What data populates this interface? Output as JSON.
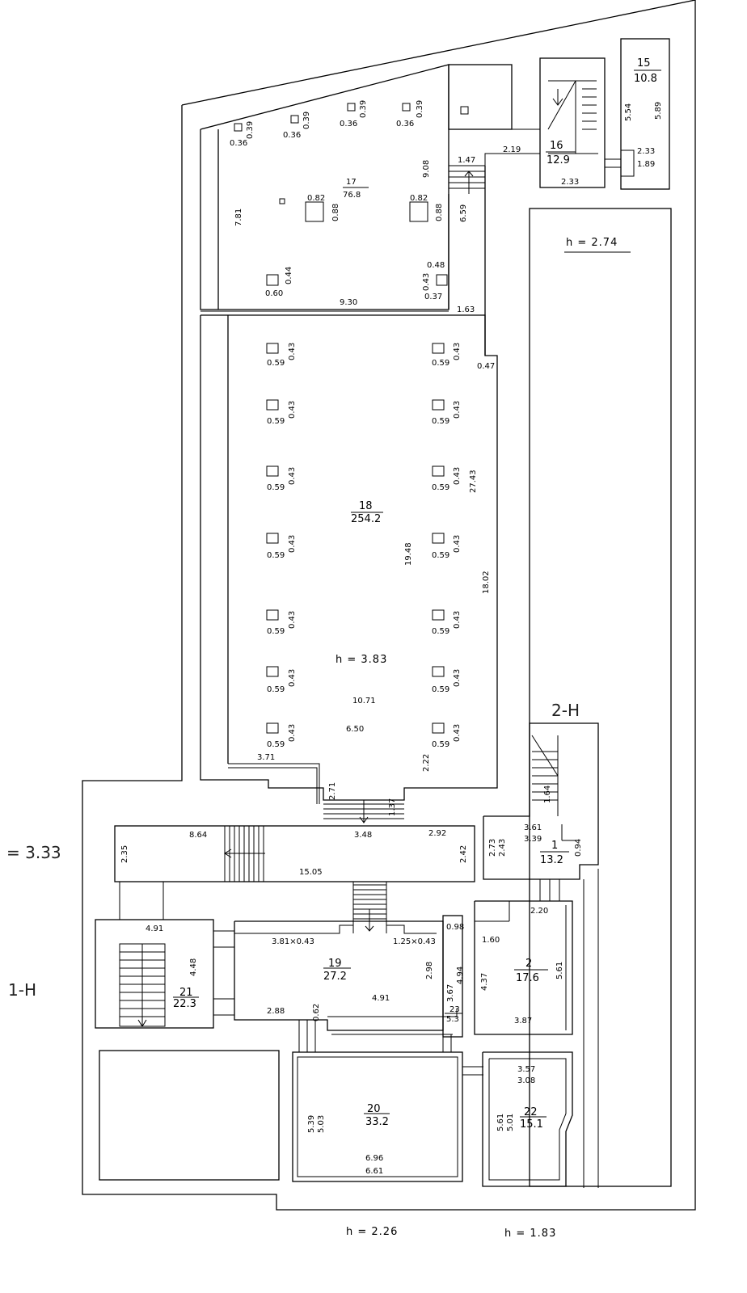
{
  "floor_labels": {
    "left_height": "= 3.33",
    "section_1": "1-H",
    "section_2": "2-H"
  },
  "heights": {
    "top_right": "h = 2.74",
    "hall": "h = 3.83",
    "bottom_1": "h = 2.26",
    "bottom_2": "h = 1.83"
  },
  "rooms": {
    "r15": {
      "num": "15",
      "area": "10.8"
    },
    "r16": {
      "num": "16",
      "area": "12.9"
    },
    "r17": {
      "num": "17",
      "area": "76.8"
    },
    "r18": {
      "num": "18",
      "area": "254.2"
    },
    "r1": {
      "num": "1",
      "area": "13.2"
    },
    "r2": {
      "num": "2",
      "area": "17.6"
    },
    "r19": {
      "num": "19",
      "area": "27.2"
    },
    "r20": {
      "num": "20",
      "area": "33.2"
    },
    "r21": {
      "num": "21",
      "area": "22.3"
    },
    "r22": {
      "num": "22",
      "area": "15.1"
    },
    "r23": {
      "num": "23",
      "area": "5.3"
    }
  },
  "dims": {
    "d_5_54": "5.54",
    "d_5_89": "5.89",
    "d_2_33a": "2.33",
    "d_1_89": "1.89",
    "d_2_33b": "2.33",
    "d_2_19": "2.19",
    "d_1_47": "1.47",
    "d_6_59": "6.59",
    "d_9_08": "9.08",
    "d_7_81": "7.81",
    "d_9_30": "9.30",
    "d_0_48": "0.48",
    "d_0_43a": "0.43",
    "d_0_37": "0.37",
    "d_1_63": "1.63",
    "d_0_47": "0.47",
    "d_0_82a": "0.82",
    "d_0_88a": "0.88",
    "d_0_82b": "0.82",
    "d_0_88b": "0.88",
    "d_0_44": "0.44",
    "d_0_60": "0.60",
    "d_c1w": "0.36",
    "d_c1h": "0.39",
    "d_c2w": "0.36",
    "d_c2h": "0.39",
    "d_c3w": "0.36",
    "d_c3h": "0.39",
    "d_c4w": "0.36",
    "d_c4h": "0.39",
    "d_27_43": "27.43",
    "d_19_48": "19.48",
    "d_18_02": "18.02",
    "d_10_71": "10.71",
    "d_6_50": "6.50",
    "d_2_22": "2.22",
    "d_3_71": "3.71",
    "d_2_71": "2.71",
    "d_1_37": "1.37",
    "d_3_48": "3.48",
    "d_2_92": "2.92",
    "d_8_64": "8.64",
    "d_2_35": "2.35",
    "d_2_42": "2.42",
    "d_15_05": "15.05",
    "d_3_61": "3.61",
    "d_3_39": "3.39",
    "d_2_73": "2.73",
    "d_2_43": "2.43",
    "d_0_94": "0.94",
    "d_1_64": "1.64",
    "d_2_20": "2.20",
    "d_1_60": "1.60",
    "d_4_37": "4.37",
    "d_5_61a": "5.61",
    "d_3_87": "3.87",
    "d_4_91a": "4.91",
    "d_4_48": "4.48",
    "d_3_81": "3.81×0.43",
    "d_1_25": "1.25×0.43",
    "d_0_98": "0.98",
    "d_2_98": "2.98",
    "d_3_67": "3.67",
    "d_4_94": "4.94",
    "d_4_91b": "4.91",
    "d_2_88": "2.88",
    "d_0_62": "0.62",
    "d_5_39": "5.39",
    "d_5_03": "5.03",
    "d_6_96": "6.96",
    "d_6_61": "6.61",
    "d_3_57": "3.57",
    "d_3_08": "3.08",
    "d_5_61b": "5.61",
    "d_5_01": "5.01",
    "col_w": "0.59",
    "col_h": "0.43"
  }
}
